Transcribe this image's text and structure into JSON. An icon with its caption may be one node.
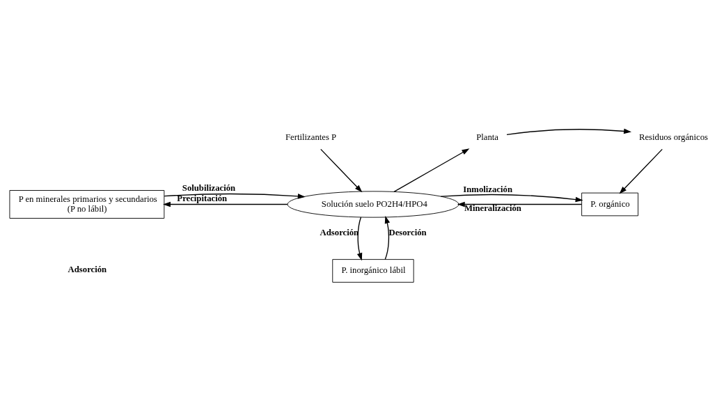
{
  "diagram": {
    "nodes": [
      {
        "text": [
          "Fertilizantes P"
        ]
      },
      {
        "text": [
          "Planta"
        ]
      },
      {
        "text": [
          "Residuos orgánicos"
        ]
      },
      {
        "text": [
          "P en minerales primarios y secundarios",
          "(P no lábil)"
        ]
      },
      {
        "text": [
          "Solución suelo PO2H4/HPO4"
        ]
      },
      {
        "text": [
          "P. orgánico"
        ]
      },
      {
        "text": [
          "P. inorgánico lábil"
        ]
      }
    ],
    "edges": [
      {
        "from": 0,
        "to": 4,
        "arrow": "to"
      },
      {
        "from": 4,
        "to": 1,
        "arrow": "to"
      },
      {
        "from": 1,
        "to": 2,
        "arrow": "to"
      },
      {
        "from": 2,
        "to": 5,
        "arrow": "to"
      },
      {
        "from": 4,
        "to": 3,
        "arrow": "to",
        "label": "Precipitación"
      },
      {
        "from": 3,
        "to": 4,
        "arrow": "to",
        "label": "Solubilización"
      },
      {
        "from": 5,
        "to": 4,
        "arrow": "to",
        "label": "Mineralización"
      },
      {
        "from": 4,
        "to": 5,
        "arrow": "to",
        "label": "Inmolización"
      },
      {
        "from": 4,
        "to": 6,
        "arrow": "to",
        "label": "Adsorción"
      },
      {
        "from": 6,
        "to": 4,
        "arrow": "to",
        "label": "Desorción"
      }
    ],
    "labels": [
      "Adsorción"
    ]
  }
}
